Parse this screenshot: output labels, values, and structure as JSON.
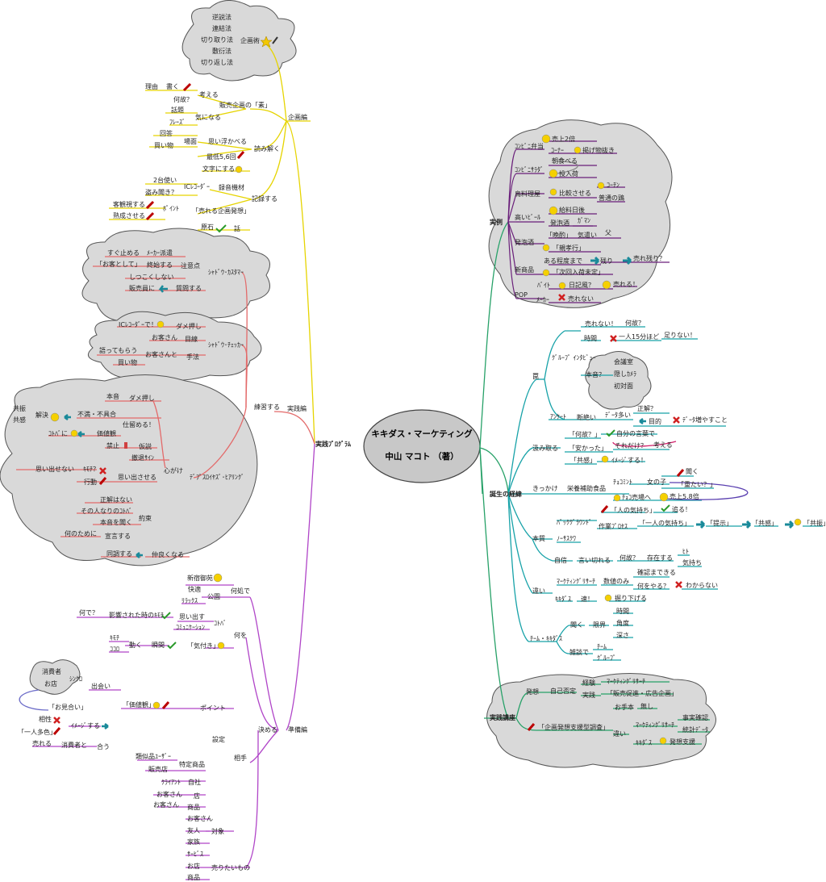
{
  "center": {
    "title": "キキダス・マーケティング",
    "author": "中山 マコト （著）"
  },
  "colors": {
    "yellow": "#e6d400",
    "red": "#e45b5b",
    "purple": "#b045c8",
    "green": "#36b37e",
    "teal": "#17a2a8",
    "cloud": "#d8d8d8",
    "cloud_stroke": "#555555"
  },
  "left": {
    "root": "実践ﾌﾟﾛｸﾞﾗﾑ",
    "kikaku": {
      "label": "企画編",
      "kikakujutsu": {
        "label": "企画術",
        "items": [
          "逆説法",
          "連結法",
          "切り取り法",
          "敷衍法",
          "切り返し法"
        ]
      },
      "moto": {
        "label": "販売企画の「素」",
        "kangaeru": "考える",
        "naze": "何故？",
        "kaku": "書く",
        "riyuu": "理由",
        "kininaru": "気になる",
        "wadai": "話題",
        "phrase": "ﾌﾚｰｽﾞ"
      },
      "yomitoku": {
        "label": "読み解く",
        "omoiukabe": "思い浮かべる",
        "bamen": "場面",
        "kaito": "回答",
        "kaimono": "買い物",
        "saitei": "最低5,6回",
        "mojini": "文字にする"
      },
      "kiroku": {
        "label": "記録する",
        "rokuon": "録音機材",
        "ic": "ICﾚｺｰﾀﾞｰ",
        "nidai": "2台使い",
        "nusumi": "盗み聞き？",
        "urerukikaku": "「売れる企画発想」",
        "point": "ﾎﾟｲﾝﾄ",
        "kyakkan": "客観視する",
        "jukusei": "熟成させる",
        "genseki": "原石",
        "hanashi": "話"
      }
    },
    "jissen": {
      "label": "実践編",
      "renshu": "練習する",
      "shadow_customer": {
        "label": "ｼｬﾄﾞｳ･ｶｽﾀﾏｰ",
        "chuiten": "注意点",
        "sugu": "すぐ止める",
        "maker": "ﾒｰｶｰ派遣",
        "okyaku": "「お客として」",
        "tessuru": "終始する",
        "shitsukoku": "しつこくしない",
        "shitsumon": "質問する",
        "hanbai": "販売員に"
      },
      "shadow_checker": {
        "label": "ｼｬﾄﾞｳ･ﾁｪｯｶｰ",
        "damei": "ダメ押し",
        "icrec": "ICﾚｺｰﾀﾞｰで！",
        "mokusen": "目線",
        "okyakusan": "お客さん",
        "tehou": "手法",
        "kataru": "語ってもらう",
        "okyakusan_to": "お客さんと",
        "kaimono": "買い物"
      },
      "depth": {
        "label": "ﾃﾞﾌﾟｽﾛｲﾔｽﾞ･ﾋｱﾘﾝｸﾞ",
        "honne": "本音",
        "dameoshi": "ダメ押し",
        "kyomei": "共振",
        "kyokan": "共感",
        "kaiketsu": "解決",
        "fuman": "不満・不具合",
        "shikake": "仕留める！",
        "kachikan": "価値観",
        "kotobani": "ｺﾄﾊﾞに",
        "kinshi": "禁止",
        "kasetsu": "仮説",
        "gekitai": "撤退ｻｲﾝ",
        "kokorogake": "心がけ",
        "omoidasenai": "思い出せない",
        "kimochi": "ｷﾓﾁ？",
        "koudou": "行動",
        "omoidasaseru": "思い出させる",
        "seikai": "正解はない",
        "sonohito": "その人なりのｺﾄﾊﾞ",
        "yakusoku": "約束",
        "honnin": "本音を聞く",
        "nannotame": "何のために",
        "sengen": "宣言する",
        "doucho": "同調する",
        "nakayoku": "仲良くなる"
      }
    },
    "junbi": {
      "label": "準備編",
      "kimeru": "決める",
      "doko": {
        "label": "何処で",
        "shinjuku": "新宿御苑",
        "kaiteki": "快適",
        "kouen": "公園",
        "relax": "ﾘﾗｯｸｽ"
      },
      "nani": {
        "label": "何を",
        "nande": "何で？",
        "eikyou": "影響された時のｷﾓﾁ",
        "omoidasu": "思い出す",
        "komyu": "ｺﾐｭﾆｹｰｼｮﾝ",
        "kotoba": "ｺﾄﾊﾞ",
        "kimochi": "ｷﾓﾁ",
        "ugoku": "動く",
        "shunkan": "瞬間",
        "kokoro": "ｺｺﾛ",
        "kizuki": "「気付き」"
      },
      "aite": {
        "label": "相手",
        "settei": "設定",
        "point": "ポイント",
        "kachikan": "「価値観」",
        "shohisha": "消費者",
        "omise": "お店",
        "sync": "ｼﾝｸﾛ",
        "deai": "出会い",
        "omiai": "「お見合い」",
        "aisho": "相性",
        "imeji": "ｲﾒｰｼﾞする",
        "hitori": "「一人多色」",
        "ureru": "売れる",
        "shohisha_to": "消費者と",
        "au": "合う",
        "ruiji": "類似品ﾕｰｻﾞｰ",
        "tokutei": "特定商品",
        "hanbaiten": "販売店",
        "client": "ｸﾗｲｱﾝﾄ",
        "jisha": "自社",
        "okyakusan": "お客さん",
        "mise": "店",
        "okyakusan2": "お客さん",
        "shohin": "商品",
        "okyakusan3": "お客さん",
        "tomo": "友人",
        "kazoku": "家族",
        "taisho": "対象",
        "service": "ｻｰﾋﾞｽ",
        "omise2": "お店",
        "shohin2": "商品",
        "uritai": "売りたいもの"
      }
    }
  },
  "right": {
    "jitsurei": {
      "label": "実例",
      "conbini_bento": "ｺﾝﾋﾞﾆ弁当",
      "uriage2": "売上2倍",
      "corner": "ｺｰﾅｰ",
      "ketsu": "掲げ物抜き",
      "conbini_salad": "ｺﾝﾋﾞﾆｻﾗﾀﾞ",
      "asatabe": "朝食べる",
      "tounyu": "投入荷",
      "torimono": "鳥料理屋",
      "hikaku": "比較させる",
      "kochin": "ｺｰﾁﾝ",
      "futsu": "普通の鶏",
      "takai_beer": "高いﾋﾞｰﾙ",
      "kyuryo": "給料日後",
      "happoshu": "発泡酒",
      "gaman": "ｶﾞﾏﾝ",
      "happoshu2": "発泡酒",
      "bansha": "「晩酌」",
      "kizukai": "気遣い",
      "chichi": "父",
      "oyakoukou": "「親孝行」",
      "shinshohin": "新商品",
      "aruteido": "ある程度まで",
      "uri": "残り",
      "urenokori": "売れ残り？",
      "tsugi": "「次回入荷未定」",
      "pop": "POP",
      "baito": "ﾊﾞｲﾄ",
      "nikki": "日記風？",
      "ureru": "売れる！",
      "maker": "ﾒｰｶｰ",
      "urenai": "売れない"
    },
    "tanjo": {
      "label": "誕生の経緯",
      "wana": "罠",
      "group": "ｸﾞﾙｰﾌﾟ ｲﾝﾀﾋﾞｭｰ",
      "urenai": "売れない！",
      "naze": "何故？",
      "jikan": "時間",
      "hitori15": "一人15分ほど",
      "tarinai": "足りない！",
      "honne": "本音？",
      "kaigi": "会議室",
      "kakushi": "隠しｶﾒﾗ",
      "shomen": "初対面",
      "enquete": "ｱﾝｹｰﾄ",
      "danzetsu": "断絶い",
      "data_ooi": "ﾃﾞｰﾀ多い",
      "seikai": "正解？",
      "mokuteki": "目的",
      "data_fuyasu": "ﾃﾞｰﾀ増やすこと",
      "kumitoru": "汲み取る",
      "naze2": "「何故？」",
      "jibun": "自分の言葉で",
      "yasukatta": "「安かった」",
      "soredake": "それだけ？",
      "kangaeru": "考える",
      "kyokan": "「共感」",
      "imeji": "ｲﾒｰｼﾞする！",
      "kikkake": "きっかけ",
      "eiyou": "栄養補助食品",
      "chokomint": "ﾁｮｺﾐﾝﾄ",
      "onnanoko": "女の子",
      "kiku": "聞く",
      "omotai": "「重たい？」",
      "chokoda": "ﾁｮｺ売場へ",
      "uriage5": "売上5.8倍",
      "honshitsu": "本質",
      "background": "ﾊﾞｯｸｸﾞﾗｳﾝﾄﾞ",
      "hitorino": "「人の気持ち」",
      "ou": "追る！",
      "sagyou": "作業ﾌﾟﾛｾｽ",
      "hitorino2": "「一人の気持ち」",
      "teiji": "「提示」",
      "kyokan2": "「共感」",
      "kyomei": "「共振」",
      "north": "ﾉｰｻｽｸﾜ",
      "jishin": "自信",
      "iikiru": "言い切れる",
      "naze3": "何故？",
      "sonzai": "存在する",
      "hito": "ﾋﾄ",
      "kimochi": "気持ち",
      "chigai": "違い",
      "mresearch": "ﾏｰｹﾃｨﾝｸﾞﾘｻｰﾁ",
      "suuchi": "数値のみ",
      "kakunin": "確認まできる",
      "nani": "何をやる？",
      "wakaranai": "わからない",
      "kikidas": "ｷｷﾀﾞｽ",
      "susume": "速！",
      "horisage": "掘り下げる",
      "team": "ﾁｰﾑ・ｷｷﾀﾞｽ",
      "kiku2": "聞く",
      "genkai": "限界",
      "jikan2": "時間",
      "kakudo": "角度",
      "fukasa": "深さ",
      "zatsudan": "雑談で",
      "chimu": "ﾁｰﾑ",
      "gurupu": "ｸﾞﾙｰﾌﾟ"
    },
    "jissen_koza": {
      "label": "実践講座",
      "hassou": "発想",
      "jiko": "自己否定",
      "keiken": "経験",
      "mresearch": "ﾏｰｹﾃｨﾝｸﾞﾘｻｰﾁ",
      "jissen": "実践",
      "hansoku": "「販売促進・広告企画」",
      "kikaku": "「企画発想支援型調査」",
      "otehon": "お手本",
      "nai": "無し",
      "jijitsu": "事実確認",
      "mr": "ﾏｰｹﾃｨﾝｸﾞﾘｻｰﾁ",
      "toukei": "統計ﾃﾞｰﾀ",
      "chigai": "違い",
      "kikidas": "ｷｷﾀﾞｽ",
      "hassou_shien": "発想支援"
    }
  }
}
